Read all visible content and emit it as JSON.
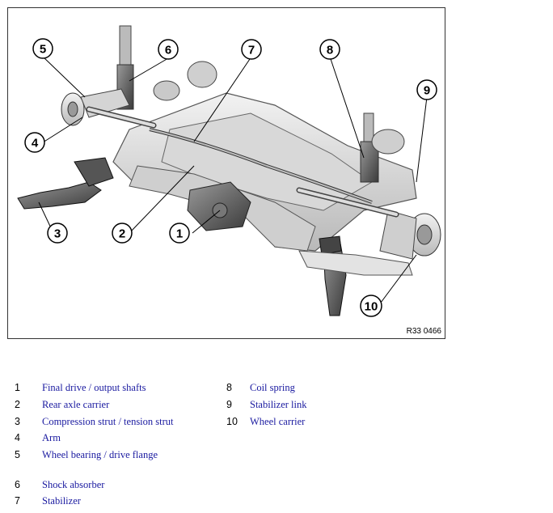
{
  "figure": {
    "id_label": "R33 0466",
    "callouts": [
      "1",
      "2",
      "3",
      "4",
      "5",
      "6",
      "7",
      "8",
      "9",
      "10"
    ]
  },
  "legend": {
    "left": [
      {
        "num": "1",
        "label": "Final drive / output shafts"
      },
      {
        "num": "2",
        "label": "Rear axle carrier"
      },
      {
        "num": "3",
        "label": "Compression strut / tension strut"
      },
      {
        "num": "4",
        "label": "Arm"
      },
      {
        "num": "5",
        "label": "Wheel bearing / drive flange"
      },
      {
        "num": "6",
        "label": "Shock absorber"
      },
      {
        "num": "7",
        "label": "Stabilizer"
      }
    ],
    "right": [
      {
        "num": "8",
        "label": "Coil spring"
      },
      {
        "num": "9",
        "label": "Stabilizer link"
      },
      {
        "num": "10",
        "label": "Wheel carrier"
      }
    ]
  }
}
